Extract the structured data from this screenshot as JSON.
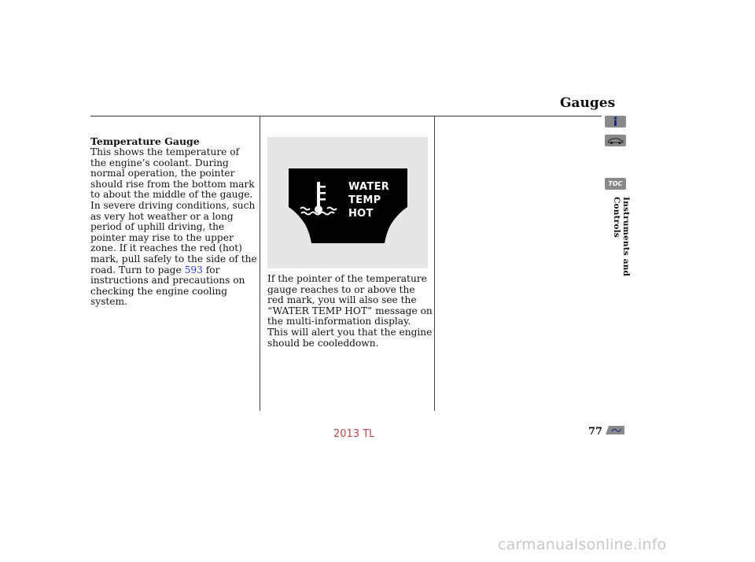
{
  "header": {
    "section_title": "Gauges"
  },
  "column1": {
    "heading": "Temperature Gauge",
    "text_before_link": "This shows the temperature of the engine’s coolant. During normal operation, the pointer should rise from the bottom mark to about the middle of the gauge. In severe driving conditions, such as very hot weather or a long period of uphill driving, the pointer may rise to the upper zone. If it reaches the red (hot) mark, pull safely to the side of the road. Turn to page ",
    "link_page": "593",
    "text_after_link": " for instructions and precautions on checking the engine cooling system."
  },
  "figure": {
    "display_lines": [
      "WATER",
      "TEMP",
      "HOT"
    ],
    "icon": "coolant-temperature-icon"
  },
  "column2": {
    "text": "If the pointer of the temperature gauge reaches to or above the red mark, you will also see the “WATER TEMP HOT” message on the multi-information display. This will alert you that the engine should be cooleddown."
  },
  "sidebar": {
    "icons": [
      "info-icon",
      "car-icon"
    ],
    "toc_label": "TOC",
    "chapter_label": "Instruments and Controls"
  },
  "footer": {
    "page_number": "77",
    "home_icon": "home-icon",
    "model": "2013 TL"
  },
  "watermark": "carmanualsonline.info",
  "colors": {
    "link": "#2a3fc8",
    "footer_model": "#c04848",
    "nav_button": "#8a8a8a"
  }
}
